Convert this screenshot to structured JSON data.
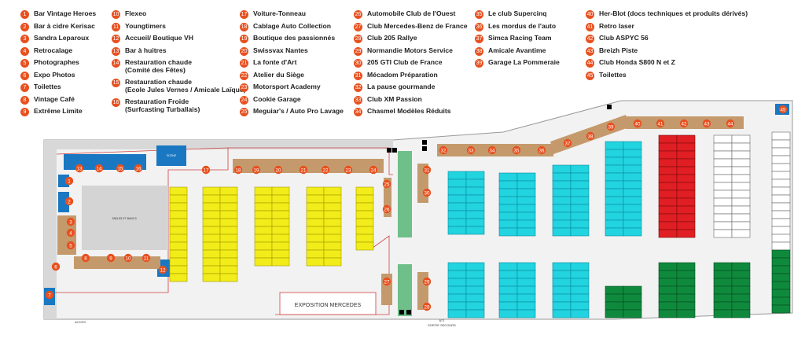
{
  "legend": {
    "col1": [
      {
        "n": "1",
        "label": "Bar Vintage Heroes"
      },
      {
        "n": "2",
        "label": "Bar à cidre Kerisac"
      },
      {
        "n": "3",
        "label": "Sandra Leparoux"
      },
      {
        "n": "4",
        "label": "Retrocalage"
      },
      {
        "n": "5",
        "label": "Photographes"
      },
      {
        "n": "6",
        "label": "Expo Photos"
      },
      {
        "n": "7",
        "label": "Toilettes"
      },
      {
        "n": "8",
        "label": "Vintage Café"
      },
      {
        "n": "9",
        "label": "Extrême Limite"
      }
    ],
    "col2": [
      {
        "n": "10",
        "label": "Flexeo"
      },
      {
        "n": "11",
        "label": "Youngtimers"
      },
      {
        "n": "12",
        "label": "Accueil/ Boutique VH"
      },
      {
        "n": "13",
        "label": "Bar à huitres"
      },
      {
        "n": "14",
        "label": "Restauration chaude",
        "label2": "(Comité des Fêtes)"
      },
      {
        "n": "15",
        "label": "Restauration chaude",
        "label2": "(Ecole Jules Vernes / Amicale Laïque)"
      },
      {
        "n": "16",
        "label": "Restauration Froide",
        "label2": "(Surfcasting Turballais)"
      }
    ],
    "col3": [
      {
        "n": "17",
        "label": "Voiture-Tonneau"
      },
      {
        "n": "18",
        "label": "Cablage Auto Collection"
      },
      {
        "n": "19",
        "label": "Boutique des passionnés"
      },
      {
        "n": "20",
        "label": "Swissvax Nantes"
      },
      {
        "n": "21",
        "label": "La fonte d'Art"
      },
      {
        "n": "22",
        "label": "Atelier du Siège"
      },
      {
        "n": "23",
        "label": "Motorsport Academy"
      },
      {
        "n": "24",
        "label": "Cookie Garage"
      },
      {
        "n": "25",
        "label": "Meguiar's / Auto Pro Lavage"
      }
    ],
    "col4": [
      {
        "n": "26",
        "label": "Automobile Club de l'Ouest"
      },
      {
        "n": "27",
        "label": "Club Mercedes-Benz de France"
      },
      {
        "n": "28",
        "label": "Club 205 Rallye"
      },
      {
        "n": "29",
        "label": "Normandie Motors Service"
      },
      {
        "n": "30",
        "label": "205 GTI Club de France"
      },
      {
        "n": "31",
        "label": "Mécadom Préparation"
      },
      {
        "n": "32",
        "label": "La pause gourmande"
      },
      {
        "n": "33",
        "label": "Club XM Passion"
      },
      {
        "n": "34",
        "label": "Chasmel Modèles Réduits"
      }
    ],
    "col5": [
      {
        "n": "35",
        "label": "Le club Supercinq"
      },
      {
        "n": "36",
        "label": "Les mordus de l'auto"
      },
      {
        "n": "37",
        "label": "Simca Racing Team"
      },
      {
        "n": "38",
        "label": "Amicale Avantime"
      },
      {
        "n": "39",
        "label": "Garage La Pommeraie"
      }
    ],
    "col6": [
      {
        "n": "40",
        "label": "Her-Blot (docs techniques et produits dérivés)"
      },
      {
        "n": "41",
        "label": "Retro laser"
      },
      {
        "n": "42",
        "label": "Club ASPYC 56"
      },
      {
        "n": "43",
        "label": "Breizh Piste"
      },
      {
        "n": "44",
        "label": "Club Honda S800 N et Z"
      },
      {
        "n": "45",
        "label": "Toilettes"
      }
    ]
  },
  "plan": {
    "scene_label": "SCENE",
    "tables_label": "TABLES ET BANCS",
    "expo_label": "EXPOSITION MERCEDES",
    "acces_label": "ACCES",
    "exit_label": "SORTIE SECOURS",
    "exit_num": "N°2",
    "colors": {
      "yellow": "#f2ec1a",
      "cyan": "#22d3e0",
      "red": "#e01e24",
      "green": "#0f8a3c",
      "blue": "#1a78c2",
      "brown": "#c49a6c",
      "teal": "#6fbf8a",
      "marker": "#e8501f"
    }
  }
}
